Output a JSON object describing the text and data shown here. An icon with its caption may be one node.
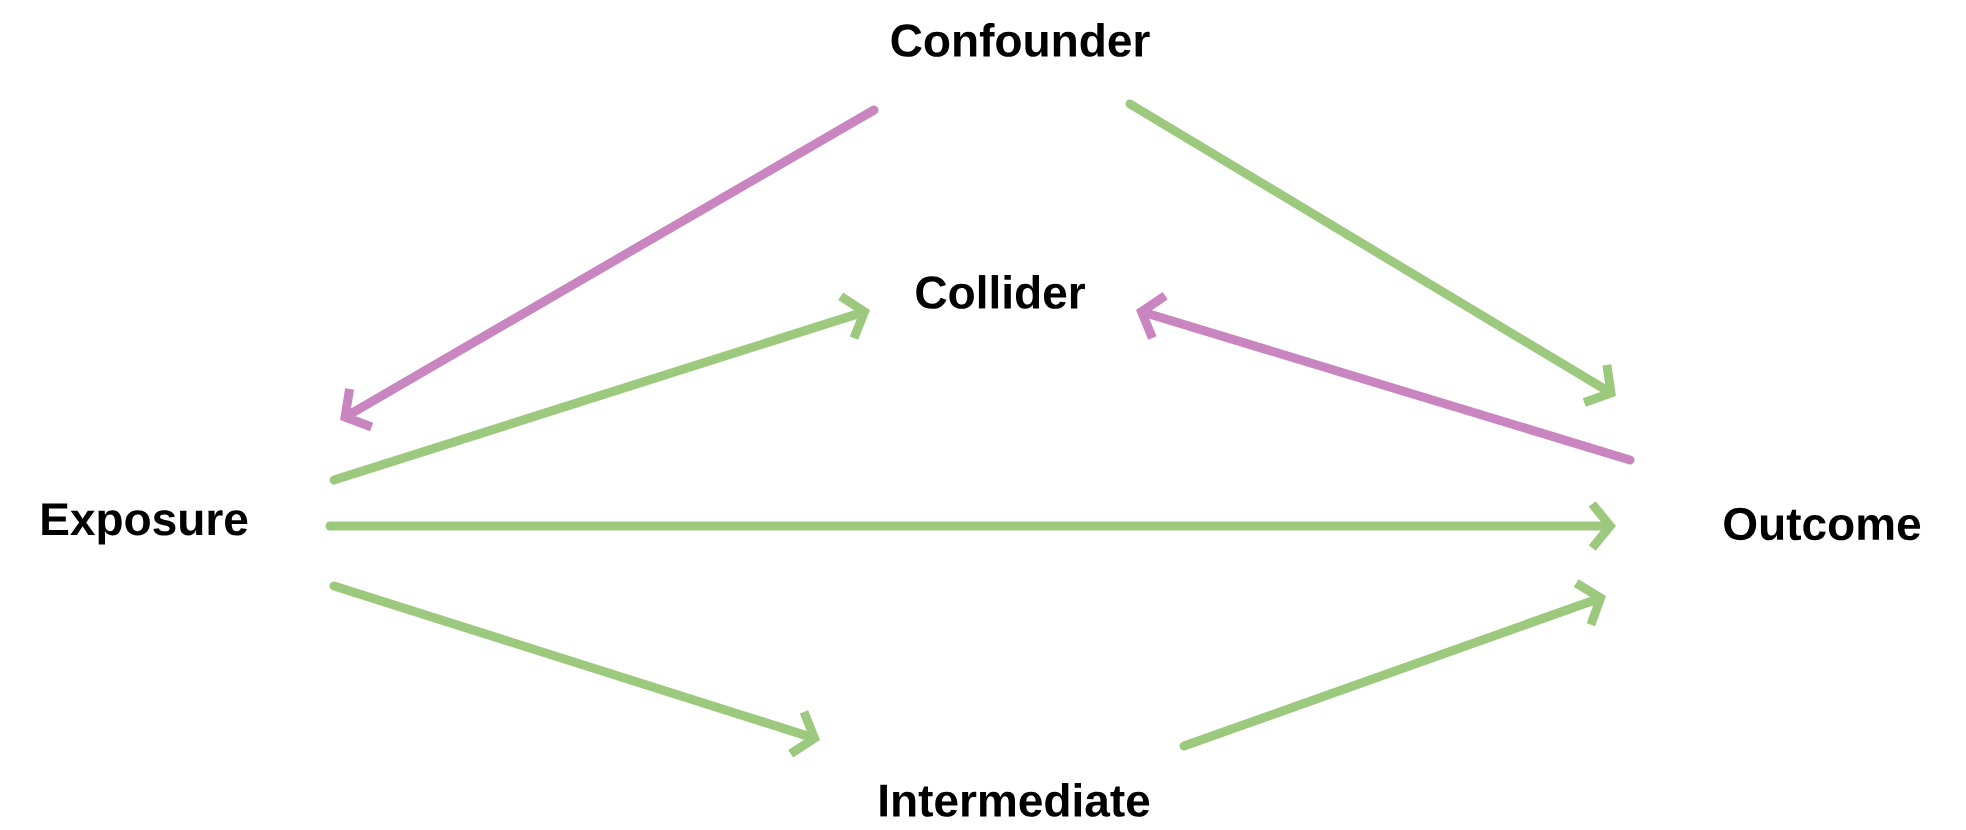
{
  "diagram": {
    "nodes": [
      {
        "text": [
          "Confounder"
        ]
      },
      {
        "text": [
          "Collider"
        ]
      },
      {
        "text": [
          "Exposure"
        ]
      },
      {
        "text": [
          "Outcome"
        ]
      },
      {
        "text": [
          "Intermediate"
        ]
      }
    ],
    "edges": [
      {
        "from": 0,
        "to": 2,
        "arrow": "to",
        "color": "#c985c0"
      },
      {
        "from": 0,
        "to": 3,
        "arrow": "to"
      },
      {
        "from": 2,
        "to": 1,
        "arrow": "to"
      },
      {
        "from": 3,
        "to": 1,
        "arrow": "to",
        "color": "#c985c0"
      },
      {
        "from": 2,
        "to": 3,
        "arrow": "to"
      },
      {
        "from": 2,
        "to": 4,
        "arrow": "to"
      },
      {
        "from": 4,
        "to": 3,
        "arrow": "to"
      }
    ]
  }
}
